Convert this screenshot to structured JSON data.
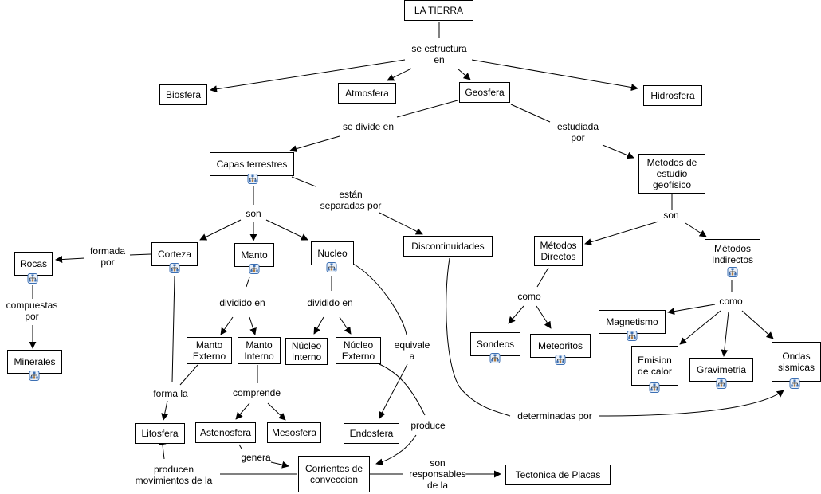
{
  "concept_map": {
    "nodes": [
      {
        "id": "tierra",
        "label": "LA TIERRA",
        "submap": false
      },
      {
        "id": "biosfera",
        "label": "Biosfera",
        "submap": false
      },
      {
        "id": "atmosfera",
        "label": "Atmosfera",
        "submap": false
      },
      {
        "id": "geosfera",
        "label": "Geosfera",
        "submap": false
      },
      {
        "id": "hidrosfera",
        "label": "Hidrosfera",
        "submap": false
      },
      {
        "id": "capas",
        "label": "Capas terrestres",
        "submap": true
      },
      {
        "id": "metodos",
        "label": "Metodos de\nestudio\ngeofísico",
        "submap": false
      },
      {
        "id": "rocas",
        "label": "Rocas",
        "submap": true
      },
      {
        "id": "corteza",
        "label": "Corteza",
        "submap": true
      },
      {
        "id": "manto",
        "label": "Manto",
        "submap": true
      },
      {
        "id": "nucleo",
        "label": "Nucleo",
        "submap": true
      },
      {
        "id": "discontinuidades",
        "label": "Discontinuidades",
        "submap": false
      },
      {
        "id": "directos",
        "label": "Métodos\nDirectos",
        "submap": false
      },
      {
        "id": "indirectos",
        "label": "Métodos\nIndirectos",
        "submap": true
      },
      {
        "id": "minerales",
        "label": "Minerales",
        "submap": true
      },
      {
        "id": "mantoext",
        "label": "Manto\nExterno",
        "submap": false
      },
      {
        "id": "mantoint",
        "label": "Manto\nInterno",
        "submap": false
      },
      {
        "id": "nucleoint",
        "label": "Núcleo\nInterno",
        "submap": false
      },
      {
        "id": "nucleoext",
        "label": "Núcleo\nExterno",
        "submap": false
      },
      {
        "id": "sondeos",
        "label": "Sondeos",
        "submap": true
      },
      {
        "id": "meteoritos",
        "label": "Meteoritos",
        "submap": true
      },
      {
        "id": "magnetismo",
        "label": "Magnetismo",
        "submap": true
      },
      {
        "id": "emision",
        "label": "Emision\nde calor",
        "submap": true
      },
      {
        "id": "gravimetria",
        "label": "Gravimetria",
        "submap": true
      },
      {
        "id": "ondas",
        "label": "Ondas\nsismicas",
        "submap": true
      },
      {
        "id": "litosfera",
        "label": "Litosfera",
        "submap": false
      },
      {
        "id": "astenosfera",
        "label": "Astenosfera",
        "submap": false
      },
      {
        "id": "mesosfera",
        "label": "Mesosfera",
        "submap": false
      },
      {
        "id": "endosfera",
        "label": "Endosfera",
        "submap": false
      },
      {
        "id": "corrientes",
        "label": "Corrientes de\nconveccion",
        "submap": false
      },
      {
        "id": "tectonica",
        "label": "Tectonica de Placas",
        "submap": false
      }
    ],
    "linking_phrases": [
      {
        "id": "l_estructura",
        "label": "se estructura\nen"
      },
      {
        "id": "l_divide",
        "label": "se divide en"
      },
      {
        "id": "l_estudiada",
        "label": "estudiada\npor"
      },
      {
        "id": "l_son1",
        "label": "son"
      },
      {
        "id": "l_separadas",
        "label": "están\nseparadas por"
      },
      {
        "id": "l_son2",
        "label": "son"
      },
      {
        "id": "l_formada",
        "label": "formada\npor"
      },
      {
        "id": "l_compuestas",
        "label": "compuestas\npor"
      },
      {
        "id": "l_divman",
        "label": "dividido en"
      },
      {
        "id": "l_divnuc",
        "label": "dividido en"
      },
      {
        "id": "l_equivale",
        "label": "equivale\na"
      },
      {
        "id": "l_como1",
        "label": "como"
      },
      {
        "id": "l_como2",
        "label": "como"
      },
      {
        "id": "l_formala",
        "label": "forma la"
      },
      {
        "id": "l_comprende",
        "label": "comprende"
      },
      {
        "id": "l_produce",
        "label": "produce"
      },
      {
        "id": "l_determinadas",
        "label": "determinadas por"
      },
      {
        "id": "l_genera",
        "label": "genera"
      },
      {
        "id": "l_producen",
        "label": "producen\nmovimientos de la"
      },
      {
        "id": "l_responsables",
        "label": "son\nresponsables\nde la"
      }
    ]
  }
}
